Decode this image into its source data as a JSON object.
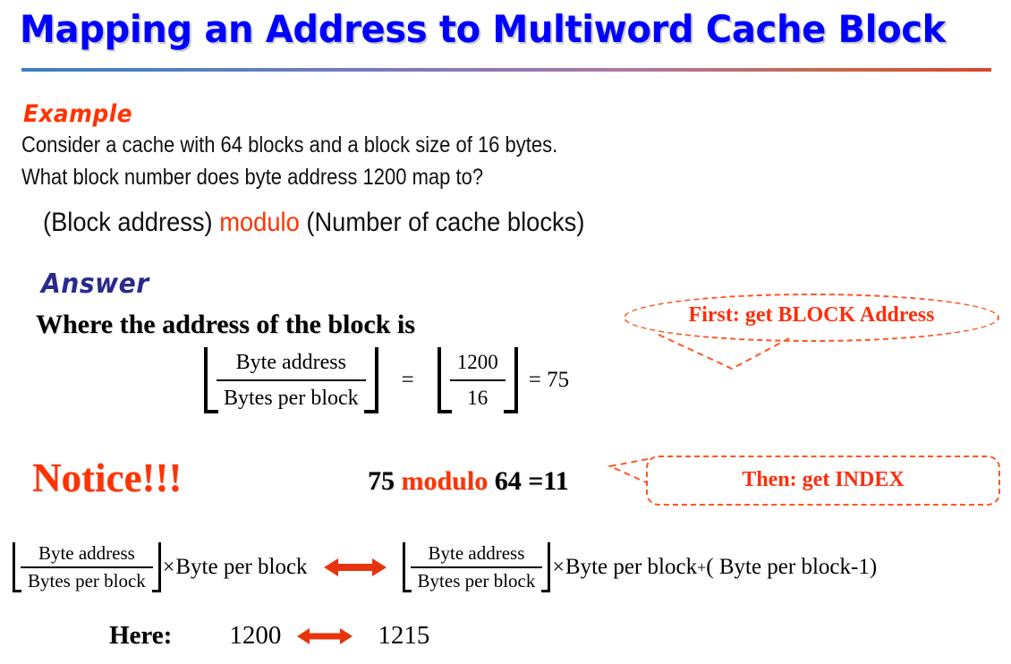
{
  "slide": {
    "title": "Mapping an Address to Multiword Cache Block",
    "rule_gradient_from": "#3a7fc4",
    "rule_gradient_to": "#d9472b"
  },
  "colors": {
    "title_blue": "#0000ff",
    "accent_red": "#ff3300",
    "callout_red": "#ff2d0a",
    "callout_dash": "#ff5522",
    "answer_navy": "#2a2a8c",
    "arrow_red": "#e8340c",
    "text_black": "#000000"
  },
  "example": {
    "heading": "Example",
    "line1": "Consider a cache with 64 blocks and a block size of 16 bytes.",
    "line2": "What block number does byte address 1200 map to?"
  },
  "formula_line": {
    "part1": "(Block address) ",
    "modulo": "modulo",
    "part2": " (Number of cache blocks)"
  },
  "answer": {
    "heading": "Answer",
    "where_text": "Where the address of the block is"
  },
  "equation": {
    "left_numerator": "Byte address",
    "left_denominator": "Bytes per block",
    "equals": "=",
    "right_numerator": "1200",
    "right_denominator": "16",
    "result": "= 75"
  },
  "callouts": {
    "first": "First: get BLOCK Address",
    "then": "Then: get INDEX"
  },
  "notice": {
    "heading": "Notice!!!",
    "operand_left": "75 ",
    "modulo": "modulo",
    "operand_right": " 64 =11"
  },
  "bottom_equation": {
    "left": {
      "numerator": "Byte address",
      "denominator": "Bytes per block",
      "times": "×",
      "tail": "Byte per block"
    },
    "arrow": "double-arrow",
    "right": {
      "numerator": "Byte address",
      "denominator": "Bytes per block",
      "times": "×",
      "tail": "Byte per block",
      "superplus": "+",
      "tail2": "( Byte per block-1)"
    }
  },
  "here_row": {
    "label": "Here:",
    "value_left": "1200",
    "arrow": "double-arrow",
    "value_right": "1215"
  }
}
